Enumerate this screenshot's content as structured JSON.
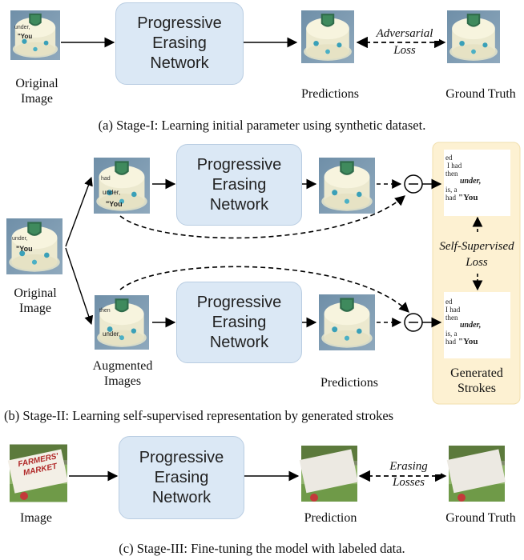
{
  "network_label": [
    "Progressive",
    "Erasing",
    "Network"
  ],
  "stage1": {
    "original_label": [
      "Original",
      "Image"
    ],
    "predictions_label": "Predictions",
    "ground_truth_label": "Ground Truth",
    "loss_label": [
      "Adversarial",
      "Loss"
    ],
    "caption": "(a) Stage-I: Learning initial parameter using synthetic dataset."
  },
  "stage2": {
    "original_label": [
      "Original",
      "Image"
    ],
    "augmented_label": [
      "Augmented",
      "Images"
    ],
    "predictions_label": "Predictions",
    "strokes_label": [
      "Generated",
      "Strokes"
    ],
    "loss_label": [
      "Self-Supervised",
      "Loss"
    ],
    "stroke_words": [
      "ed",
      "I had",
      "then",
      "under,",
      "is, a",
      "had",
      "\"You"
    ],
    "caption": "(b) Stage-II: Learning self-supervised representation by generated strokes"
  },
  "stage3": {
    "image_label": "Image",
    "prediction_label": "Prediction",
    "ground_truth_label": "Ground Truth",
    "loss_label": [
      "Erasing",
      "Losses"
    ],
    "sign_text": [
      "FARMERS'",
      "MARKET"
    ],
    "caption": "(c) Stage-III: Fine-tuning the model with labeled data."
  },
  "colors": {
    "network_fill": "#dbe8f5",
    "loss_panel_fill": "#fdf1d2",
    "arrow": "#000000"
  }
}
